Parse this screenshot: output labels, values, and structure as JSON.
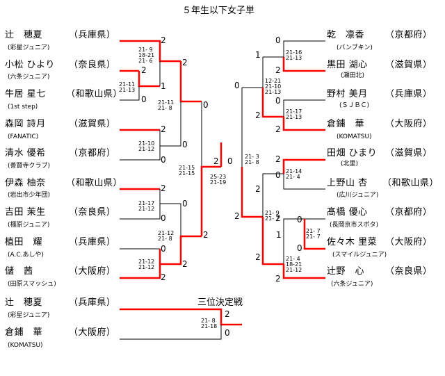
{
  "title": "５年生以下女子単",
  "third_place_title": "三位決定戦",
  "left_players": [
    {
      "name": "辻　穂夏",
      "pref": "（兵庫県）",
      "club": "(彩星ジュニア)"
    },
    {
      "name": "小松 ひより",
      "pref": "（奈良県）",
      "club": "(六条ジュニア)"
    },
    {
      "name": "牛居 星七",
      "pref": "（和歌山県）",
      "club": "(1st step)"
    },
    {
      "name": "森岡 詩月",
      "pref": "（滋賀県）",
      "club": "(FANATIC)"
    },
    {
      "name": "清水 優希",
      "pref": "（京都府）",
      "club": "(善賢寺クラブ)"
    },
    {
      "name": "伊森 柚奈",
      "pref": "（和歌山県）",
      "club": "(岩出市少年団)"
    },
    {
      "name": "吉田 茉生",
      "pref": "（奈良県）",
      "club": "(橿原ジュニア)"
    },
    {
      "name": "植田　耀",
      "pref": "（兵庫県）",
      "club": "(A.C.あしや)"
    },
    {
      "name": "儲　茜",
      "pref": "（大阪府）",
      "club": "(田原スマッシュ)"
    }
  ],
  "right_players": [
    {
      "name": "乾　凛香",
      "pref": "（京都府）",
      "club": "(バンブキン)"
    },
    {
      "name": "黒田 湖心",
      "pref": "（滋賀県）",
      "club": "(瀬田北)"
    },
    {
      "name": "野村 美月",
      "pref": "（兵庫県）",
      "club": "(ＳＪＢＣ)"
    },
    {
      "name": "倉鋪　華",
      "pref": "（大阪府）",
      "club": "(KOMATSU)"
    },
    {
      "name": "田畑 ひまり",
      "pref": "（滋賀県）",
      "club": "(北里)"
    },
    {
      "name": "上野山 杏",
      "pref": "（和歌山県）",
      "club": "(広川ジュニア)"
    },
    {
      "name": "髙橋 優心",
      "pref": "（京都府）",
      "club": "(長岡京市スポタ)"
    },
    {
      "name": "佐々木 里菜",
      "pref": "（大阪府）",
      "club": "(スマイルジュニア)"
    },
    {
      "name": "辻野　心",
      "pref": "（奈良県）",
      "club": "(六条ジュニア)"
    }
  ],
  "third_place_players": [
    {
      "name": "辻　穂夏",
      "pref": "（兵庫県）",
      "club": "(彩星ジュニア)"
    },
    {
      "name": "倉鋪　華",
      "pref": "（大阪府）",
      "club": "(KOMATSU)"
    }
  ],
  "scores": {
    "l_r1": "21- 9\n18-21\n21- 6",
    "l_r2a": "21-11\n21-13",
    "l_r2b": "21-10\n21-12",
    "l_r2c": "21-17\n21-12",
    "l_r2d": "21-12\n21-12",
    "l_r3a": "21-11\n21- 8",
    "l_r3b": "21-12\n21- 8",
    "l_sf": "21-15\n21-15",
    "final": "25-23\n21-19",
    "r_sf": "21- 3\n21- 8",
    "r_r3a": "12-21\n21-10\n21-13",
    "r_r3b": "21- 9\n21- 7",
    "r_r2a": "21-16\n21-13",
    "r_r2b": "21-17\n21-13",
    "r_r2c": "21-14\n21- 4",
    "r_r2d": "21- 7\n21- 7",
    "r_r1": "21- 4\n18-21\n21-12",
    "third": "21- 8\n21-18"
  },
  "results": {
    "l_r1_top": "2",
    "l_r1_bot": "1",
    "l_r2a_top": "2",
    "l_r2a_bot": "0",
    "l_r2b_top": "2",
    "l_r2b_bot": "0",
    "l_r2c_top": "2",
    "l_r2c_bot": "0",
    "l_r2d_top": "0",
    "l_r2d_bot": "2",
    "l_r3a_top": "2",
    "l_r3a_bot": "0",
    "l_r3b_top": "0",
    "l_r3b_bot": "2",
    "l_sf_top": "0",
    "l_sf_bot": "2",
    "final_left": "2",
    "final_right": "0",
    "r_sf_top": "0",
    "r_sf_bot": "2",
    "r_r3a_top": "1",
    "r_r3a_bot": "2",
    "r_r3b_top": "2",
    "r_r3b_bot": "2",
    "r_r2a_top": "0",
    "r_r2a_bot": "2",
    "r_r2b_top": "0",
    "r_r2b_bot": "2",
    "r_r2c_top": "2",
    "r_r2c_bot": "0",
    "r_r2d_top": "0",
    "r_r2d_bot": "1",
    "r_r1_top": "0",
    "r_r1_bot": "2",
    "r_r1_winner": "2",
    "third_top": "2",
    "third_bot": "0"
  },
  "colors": {
    "winner_line": "#ff0000",
    "line": "#000000"
  }
}
